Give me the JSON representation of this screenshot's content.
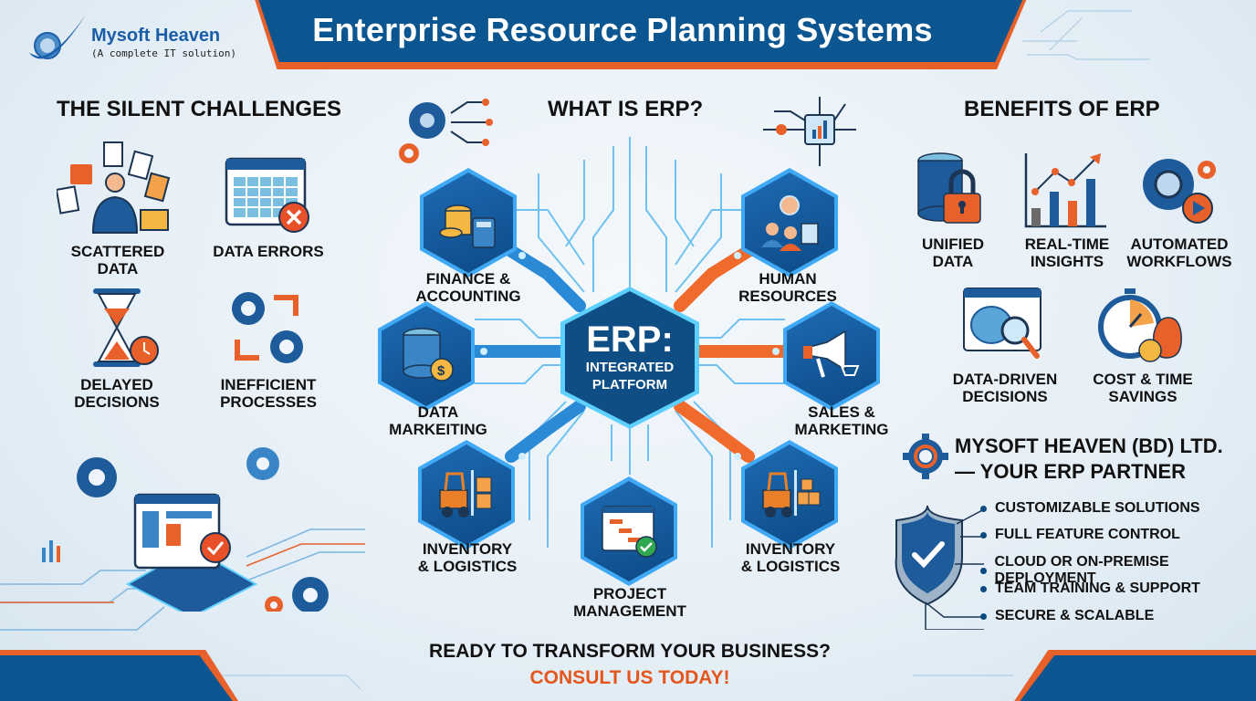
{
  "brand": {
    "name": "Mysoft Heaven",
    "tagline": "(A complete IT solution)"
  },
  "header": {
    "title": "Enterprise Resource Planning Systems"
  },
  "challenges": {
    "heading": "THE SILENT CHALLENGES",
    "items": [
      {
        "label": "SCATTERED DATA",
        "icon": "scattered-files-person-icon"
      },
      {
        "label": "DATA ERRORS",
        "icon": "spreadsheet-error-icon"
      },
      {
        "label_line1": "DELAYED",
        "label_line2": "DECISIONS",
        "icon": "hourglass-clock-icon"
      },
      {
        "label_line1": "INEFFICIENT",
        "label_line2": "PROCESSES",
        "icon": "gears-arrows-icon"
      }
    ]
  },
  "erp": {
    "heading": "WHAT IS ERP?",
    "center_title": "ERP:",
    "center_sub1": "INTEGRATED",
    "center_sub2": "PLATFORM",
    "modules": [
      {
        "line1": "FINANCE &",
        "line2": "ACCOUNTING",
        "icon": "coins-calculator-icon"
      },
      {
        "line1": "HUMAN",
        "line2": "RESOURCES",
        "icon": "people-network-icon"
      },
      {
        "line1": "DATA",
        "line2": "MARKEITING",
        "icon": "database-dollar-icon"
      },
      {
        "line1": "SALES &",
        "line2": "MARKETING",
        "icon": "megaphone-cart-icon"
      },
      {
        "line1": "INVENTORY",
        "line2": "& LOGISTICS",
        "icon": "forklift-boxes-icon"
      },
      {
        "line1": "PROJECT",
        "line2": "MANAGEMENT",
        "icon": "gantt-check-icon"
      },
      {
        "line1": "INVENTORY",
        "line2": "& LOGISTICS",
        "icon": "forklift-boxes-icon"
      }
    ]
  },
  "benefits": {
    "heading": "BENEFITS OF ERP",
    "items": [
      {
        "line1": "UNIFIED",
        "line2": "DATA",
        "icon": "database-lock-icon"
      },
      {
        "line1": "REAL-TIME",
        "line2": "INSIGHTS",
        "icon": "bar-chart-trend-icon"
      },
      {
        "line1": "AUTOMATED",
        "line2": "WORKFLOWS",
        "icon": "gear-play-icon"
      },
      {
        "line1": "DATA-DRIVEN",
        "line2": "DECISIONS",
        "icon": "brain-magnifier-icon"
      },
      {
        "line1": "COST & TIME",
        "line2": "SAVINGS",
        "icon": "stopwatch-money-icon"
      }
    ]
  },
  "partner": {
    "line1": "MYSOFT HEAVEN (BD) LTD.",
    "line2": "— YOUR ERP PARTNER",
    "features": [
      "CUSTOMIZABLE SOLUTIONS",
      "FULL FEATURE CONTROL",
      "CLOUD OR ON-PREMISE DEPLOYMENT",
      "TEAM TRAINING & SUPPORT",
      "SECURE & SCALABLE"
    ]
  },
  "cta": {
    "line1": "READY TO TRANSFORM YOUR BUSINESS?",
    "line2": "CONSULT US TODAY!"
  },
  "colors": {
    "primary_blue": "#0b5690",
    "accent_orange": "#e8602a",
    "glow_cyan": "#5ed0ff",
    "text_dark": "#111111"
  }
}
